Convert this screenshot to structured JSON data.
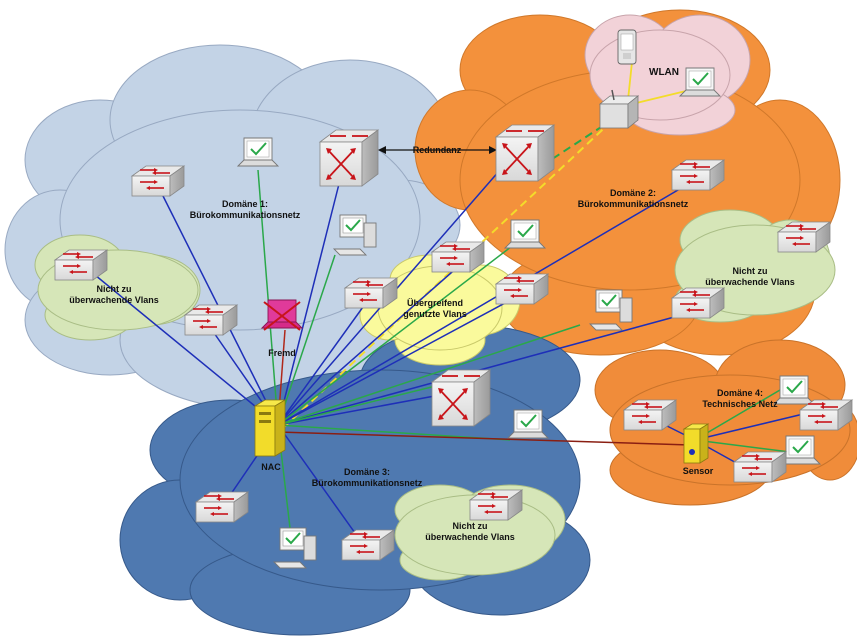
{
  "labels": {
    "domain1_title": "Domäne 1:",
    "domain1_sub": "Bürokommunikationsnetz",
    "domain2_title": "Domäne 2:",
    "domain2_sub": "Bürokommunikationsnetz",
    "domain3_title": "Domäne 3:",
    "domain3_sub": "Bürokommunikationsnetz",
    "domain4_title": "Domäne 4:",
    "domain4_sub": "Technisches Netz",
    "wlan": "WLAN",
    "redundanz": "Redundanz",
    "fremd": "Fremd",
    "nac": "NAC",
    "sensor": "Sensor",
    "shared_line1": "Übergreifend",
    "shared_line2": "genutzte Vlans",
    "unmonitored_line1": "Nicht zu",
    "unmonitored_line2": "überwachende Vlans"
  },
  "colors": {
    "domain1": "#c3d3e6",
    "domain2": "#f3913c",
    "domain3": "#4f79b0",
    "domain4": "#f08c3a",
    "wlan": "#f2d2d8",
    "shared": "#fafa9c",
    "unmonitored": "#d6e6b8",
    "link_blue": "#1e2fb8",
    "link_green": "#2aa84a",
    "link_yellow": "#f3dc2a",
    "link_red": "#b0281a",
    "link_darkred": "#8a1e12"
  },
  "icons": [
    "switch-icon",
    "router-icon",
    "laptop-icon",
    "workstation-icon",
    "pda-icon",
    "access-point-icon",
    "nac-server-icon",
    "sensor-icon"
  ]
}
